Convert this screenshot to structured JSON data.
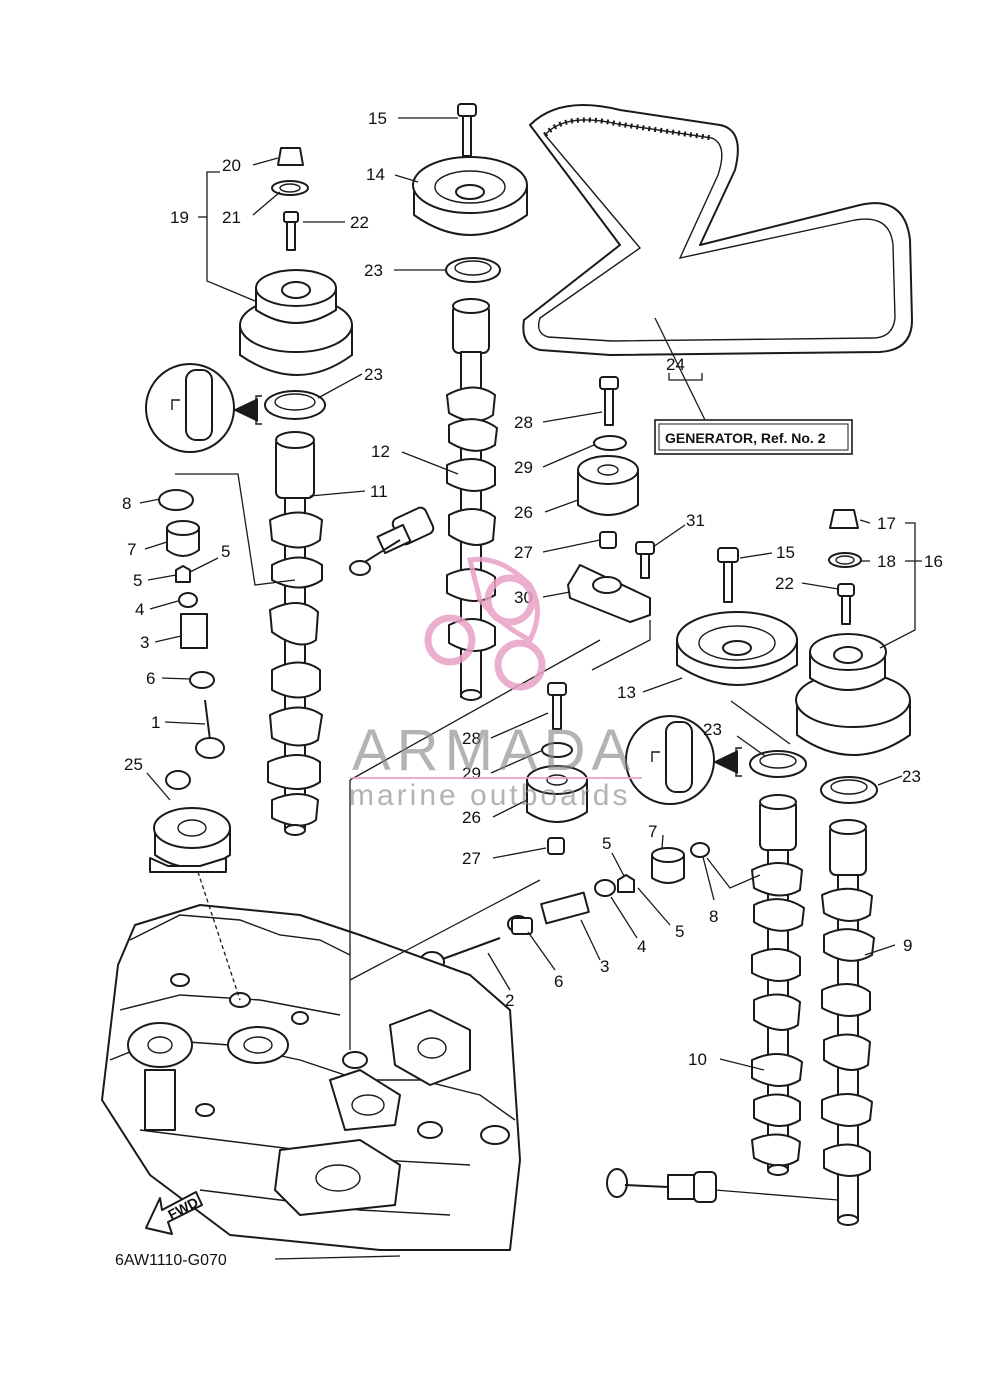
{
  "callouts": [
    {
      "id": "c15a",
      "text": "15"
    },
    {
      "id": "c14",
      "text": "14"
    },
    {
      "id": "c20",
      "text": "20"
    },
    {
      "id": "c19",
      "text": "19"
    },
    {
      "id": "c21",
      "text": "21"
    },
    {
      "id": "c22a",
      "text": "22"
    },
    {
      "id": "c23a",
      "text": "23"
    },
    {
      "id": "c23b",
      "text": "23"
    },
    {
      "id": "c12",
      "text": "12"
    },
    {
      "id": "c11",
      "text": "11"
    },
    {
      "id": "c8a",
      "text": "8"
    },
    {
      "id": "c7a",
      "text": "7"
    },
    {
      "id": "c5a",
      "text": "5"
    },
    {
      "id": "c5b",
      "text": "5"
    },
    {
      "id": "c4a",
      "text": "4"
    },
    {
      "id": "c3a",
      "text": "3"
    },
    {
      "id": "c6a",
      "text": "6"
    },
    {
      "id": "c1",
      "text": "1"
    },
    {
      "id": "c25",
      "text": "25"
    },
    {
      "id": "c24",
      "text": "24"
    },
    {
      "id": "c28a",
      "text": "28"
    },
    {
      "id": "c29a",
      "text": "29"
    },
    {
      "id": "c26a",
      "text": "26"
    },
    {
      "id": "c27a",
      "text": "27"
    },
    {
      "id": "c31",
      "text": "31"
    },
    {
      "id": "c30",
      "text": "30"
    },
    {
      "id": "c17",
      "text": "17"
    },
    {
      "id": "c18",
      "text": "18"
    },
    {
      "id": "c16",
      "text": "16"
    },
    {
      "id": "c15b",
      "text": "15"
    },
    {
      "id": "c22b",
      "text": "22"
    },
    {
      "id": "c13",
      "text": "13"
    },
    {
      "id": "c28b",
      "text": "28"
    },
    {
      "id": "c29b",
      "text": "29"
    },
    {
      "id": "c26b",
      "text": "26"
    },
    {
      "id": "c27b",
      "text": "27"
    },
    {
      "id": "c23c",
      "text": "23"
    },
    {
      "id": "c23d",
      "text": "23"
    },
    {
      "id": "c7b",
      "text": "7"
    },
    {
      "id": "c5c",
      "text": "5"
    },
    {
      "id": "c5d",
      "text": "5"
    },
    {
      "id": "c8b",
      "text": "8"
    },
    {
      "id": "c4b",
      "text": "4"
    },
    {
      "id": "c3b",
      "text": "3"
    },
    {
      "id": "c6b",
      "text": "6"
    },
    {
      "id": "c2",
      "text": "2"
    },
    {
      "id": "c9",
      "text": "9"
    },
    {
      "id": "c10",
      "text": "10"
    }
  ],
  "generator_note": "GENERATOR,  Ref. No. 2",
  "diagram_code": "6AW1110-G070",
  "fwd_label": "FWD",
  "watermark": {
    "title": "ARMADA",
    "subtitle": "marine outboards",
    "color": "#e8a0c4"
  }
}
